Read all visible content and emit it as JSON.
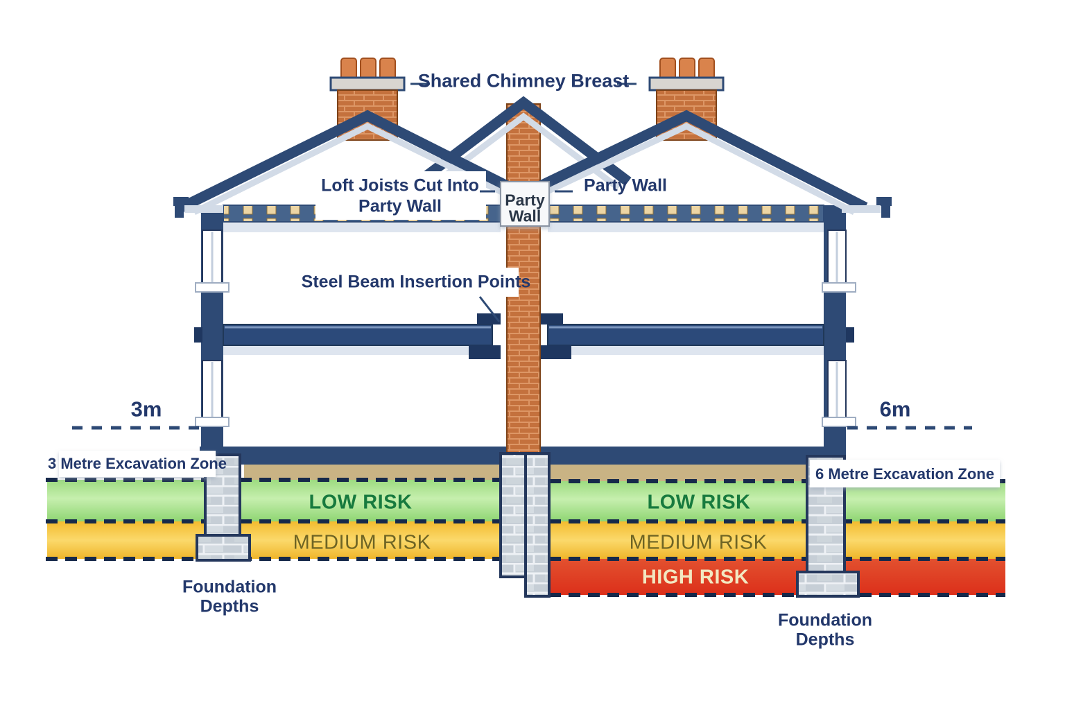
{
  "labels": {
    "shared_chimney_breast": "Shared Chimney Breast",
    "loft_joists_line1": "Loft Joists Cut Into",
    "loft_joists_line2": "Party Wall",
    "party_wall_box_line1": "Party",
    "party_wall_box_line2": "Wall",
    "party_wall_right": "Party Wall",
    "steel_beam": "Steel Beam Insertion Points",
    "left_depth": "3m",
    "right_depth": "6m",
    "left_zone": "3 Metre Excavation Zone",
    "right_zone": "6 Metre Excavation Zone",
    "foundation_line1": "Foundation",
    "foundation_line2": "Depths"
  },
  "risk_zones": {
    "left": {
      "bands": [
        {
          "label": "LOW RISK"
        },
        {
          "label": "MEDIUM RISK"
        }
      ]
    },
    "right": {
      "bands": [
        {
          "label": "LOW RISK"
        },
        {
          "label": "MEDIUM RISK"
        },
        {
          "label": "HIGH RISK"
        }
      ]
    }
  },
  "colors": {
    "navy": "#2e4a75",
    "text_navy": "#23386b",
    "dash_dark": "#16294a",
    "brick": "#c4713d",
    "brick_mortar": "#dd9665",
    "joist_cream": "#ecd5a4",
    "stone": "#c6ced6",
    "soil_tan": "#c9b384",
    "green": "#a8e28c",
    "yellow": "#f5c23c",
    "red": "#de3420",
    "low_text": "#177a3e",
    "med_text": "#6e6424",
    "high_text": "#f2e8c2",
    "shadow_blue": "#d2dbe7",
    "floor_light": "#dee5ef",
    "pot_orange": "#d9834c",
    "cap_grey": "#d8d5d0"
  }
}
